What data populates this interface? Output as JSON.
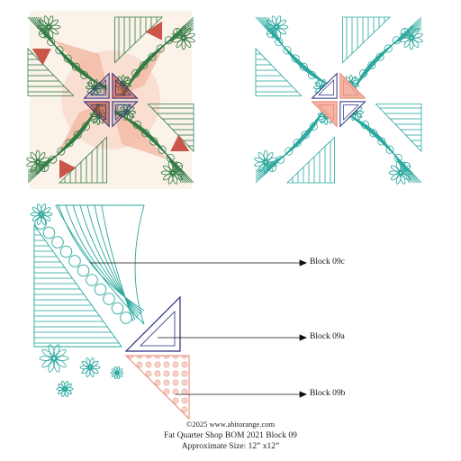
{
  "callouts": [
    {
      "label": "Block 09c"
    },
    {
      "label": "Block 09a"
    },
    {
      "label": "Block 09b"
    }
  ],
  "footer": {
    "copyright": "©2025 www.abitorange.com",
    "title": "Fat Quarter Shop BOM 2021 Block 09",
    "size": "Approximate Size: 12” x12”"
  },
  "colors": {
    "dark_green": "#2f7a42",
    "teal": "#27a79d",
    "salmon": "#e7856f",
    "navy": "#2a2f7c",
    "red": "#c0392b",
    "peach": "#f3b9a3"
  }
}
